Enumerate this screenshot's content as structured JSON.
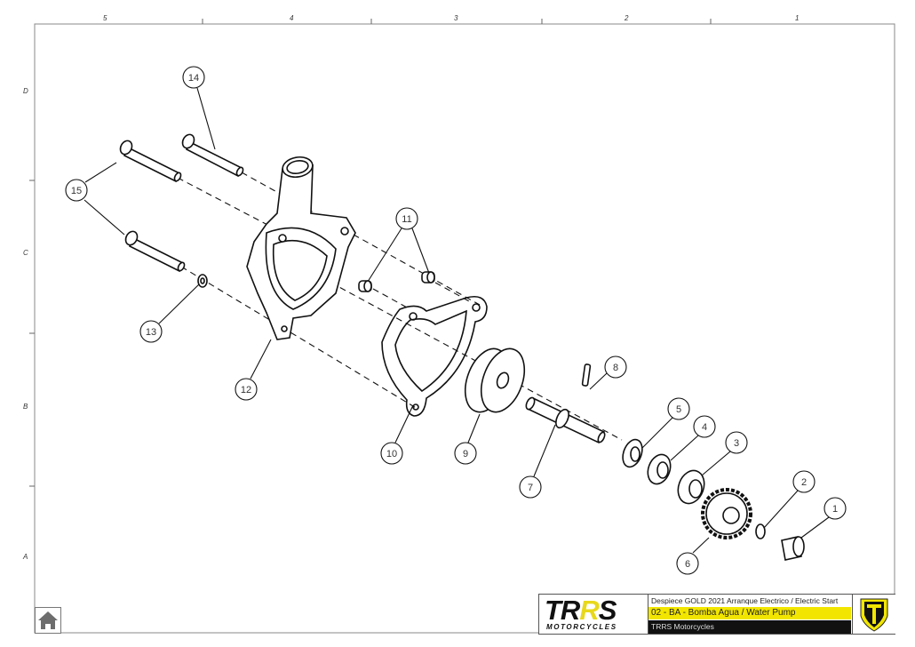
{
  "drawing": {
    "zones_columns": [
      "5",
      "4",
      "3",
      "2",
      "1"
    ],
    "zones_rows": [
      "D",
      "C",
      "B",
      "A"
    ],
    "balloons": [
      "1",
      "2",
      "3",
      "4",
      "5",
      "6",
      "7",
      "8",
      "9",
      "10",
      "11",
      "12",
      "13",
      "14",
      "15"
    ]
  },
  "title_block": {
    "logo_text": "TRRS",
    "logo_subtext": "MOTORCYCLES",
    "line1": "Despiece GOLD 2021 Arranque Electrico / Electric Start",
    "line2": "02 - BA - Bomba Agua / Water Pump",
    "line3": "TRRS Motorcycles",
    "accent_color": "#f2e600"
  },
  "nav": {
    "home_icon": "home-icon"
  }
}
